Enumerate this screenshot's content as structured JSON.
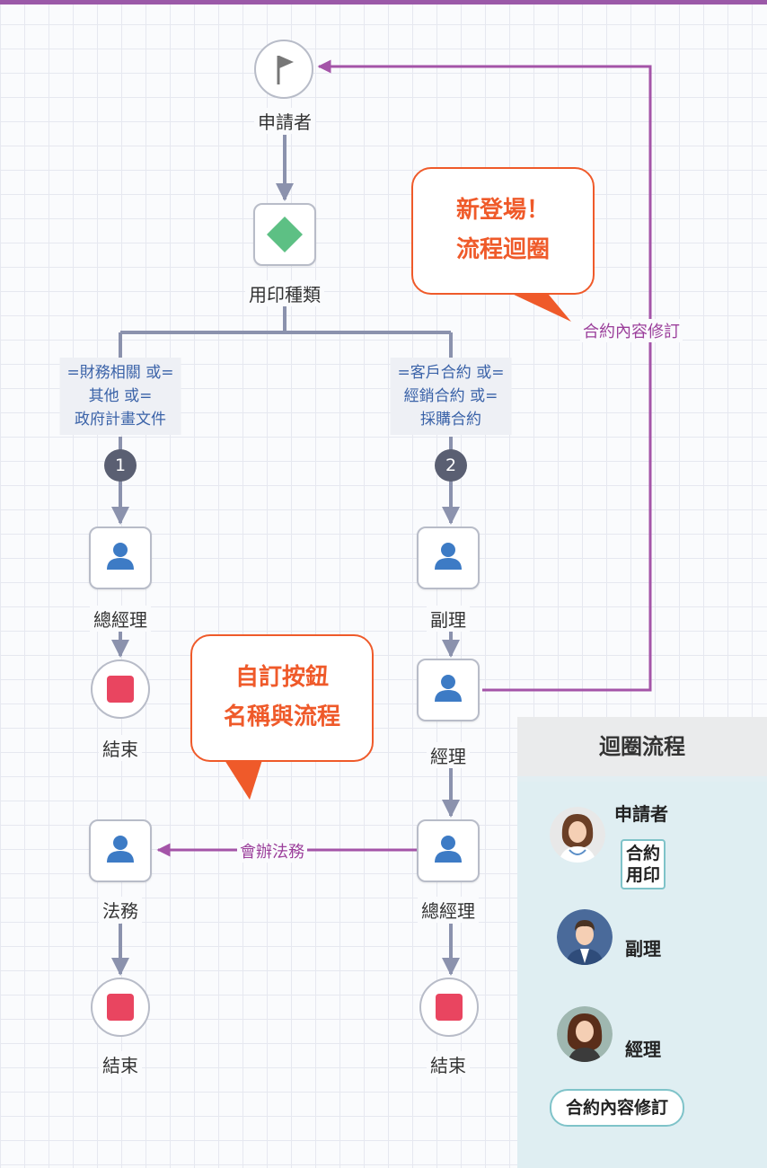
{
  "colors": {
    "flow_line": "#8b92ad",
    "loop_line": "#a454a8",
    "accent_orange": "#ef5a2a",
    "stop_red": "#e94560",
    "gateway_green": "#5dc084",
    "user_blue": "#3d7bc5"
  },
  "flow": {
    "start": {
      "label": "申請者",
      "icon": "flag-icon"
    },
    "gateway": {
      "label": "用印種類",
      "icon": "diamond-icon"
    },
    "branch1": {
      "condition": [
        "=財務相關 或=",
        "其他 或=",
        "政府計畫文件"
      ],
      "badge": "1",
      "nodes": {
        "gm": "總經理",
        "end": "結束"
      }
    },
    "branch2": {
      "condition": [
        "=客戶合約 或=",
        "經銷合約 或=",
        "採購合約"
      ],
      "badge": "2",
      "nodes": {
        "deputy": "副理",
        "manager": "經理",
        "gm": "總經理",
        "end": "結束"
      }
    },
    "legal": {
      "label": "法務",
      "end": "結束"
    },
    "edges": {
      "loop": "合約內容修訂",
      "cosign": "會辦法務"
    }
  },
  "callouts": {
    "new": [
      "新登場！",
      "流程迴圈"
    ],
    "custom": [
      "自訂按鈕",
      "名稱與流程"
    ]
  },
  "panel": {
    "title": "迴圈流程",
    "applicant": "申請者",
    "tag": [
      "合約",
      "用印"
    ],
    "deputy": "副理",
    "manager": "經理",
    "revise": "合約內容修訂"
  }
}
